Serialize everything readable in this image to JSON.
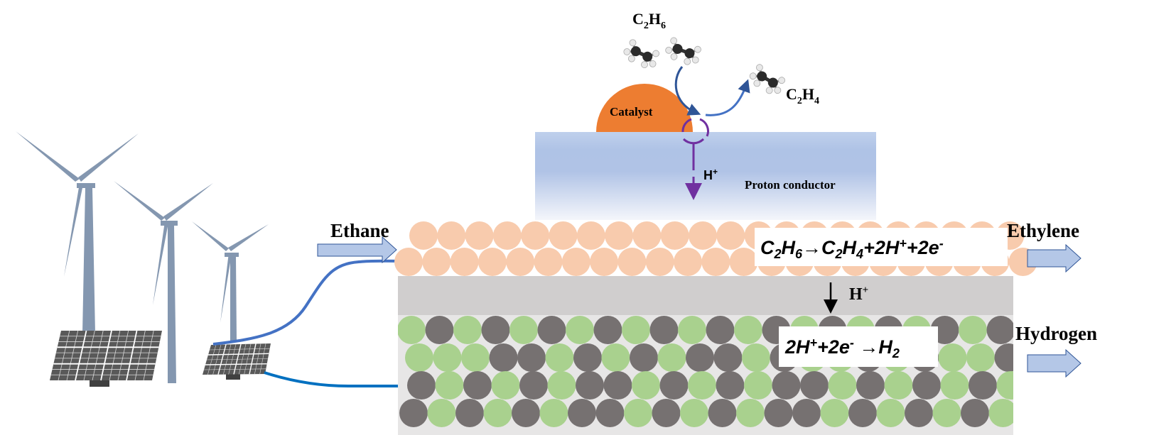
{
  "labels": {
    "reactant_top": {
      "base": "C",
      "sub1": "2",
      "mid": "H",
      "sub2": "6"
    },
    "product_top": {
      "base": "C",
      "sub1": "2",
      "mid": "H",
      "sub2": "4"
    },
    "catalyst": "Catalyst",
    "proton_conductor": "Proton conductor",
    "proton_small": {
      "base": "H",
      "sup": "+"
    },
    "proton_mid": {
      "base": "H",
      "sup": "+"
    },
    "ethane": "Ethane",
    "ethylene": "Ethylene",
    "hydrogen": "Hydrogen"
  },
  "anode_reaction": {
    "parts": [
      "C",
      "2",
      "H",
      "6",
      "→C",
      "2",
      "H",
      "4",
      "+2H",
      "+",
      "+2e",
      "-"
    ]
  },
  "cathode_reaction": {
    "parts": [
      "2H",
      "+",
      "+2e",
      "-",
      " →H",
      "2"
    ]
  },
  "colors": {
    "catalyst": "#ED7D31",
    "anode_particle": "#F8CBAD",
    "cathode_green": "#A9D18E",
    "cathode_gray": "#767171",
    "electrolyte": "#D0CECE",
    "cathode_bg": "#E7E6E6",
    "flow_arrow": "#B4C7E7",
    "flow_arrow_border": "#2F5597",
    "wire": "#4472C4",
    "proton_path": "#7030A0",
    "turbine": "#8497B0",
    "solar": "#595959"
  },
  "cathode_pattern": [
    [
      "g",
      "d",
      "g",
      "d",
      "g",
      "d",
      "g",
      "d",
      "g",
      "d",
      "g",
      "d",
      "g",
      "d",
      "g",
      "d",
      "g",
      "d",
      "g",
      "d",
      "g",
      "d"
    ],
    [
      "g",
      "g",
      "g",
      "d",
      "d",
      "g",
      "d",
      "g",
      "d",
      "g",
      "d",
      "d",
      "g",
      "d",
      "g",
      "g",
      "d",
      "g",
      "d",
      "g",
      "g",
      "d"
    ],
    [
      "d",
      "g",
      "d",
      "g",
      "d",
      "g",
      "d",
      "d",
      "g",
      "d",
      "g",
      "d",
      "g",
      "d",
      "d",
      "g",
      "d",
      "g",
      "d",
      "g",
      "d",
      "g"
    ],
    [
      "d",
      "g",
      "d",
      "g",
      "d",
      "g",
      "d",
      "d",
      "g",
      "d",
      "g",
      "d",
      "g",
      "d",
      "d",
      "g",
      "d",
      "g",
      "d",
      "g",
      "d",
      "g"
    ]
  ]
}
